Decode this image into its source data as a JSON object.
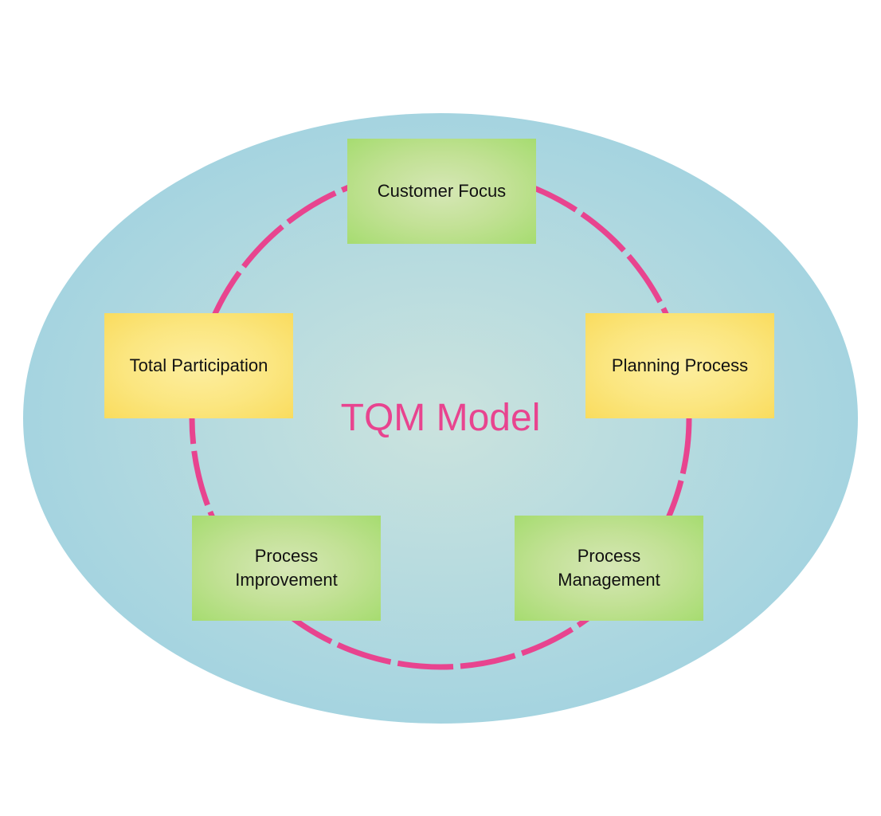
{
  "diagram": {
    "title": "TQM Model",
    "colors": {
      "ellipse_center": "#cbe3de",
      "ellipse_edge": "#a5d4e0",
      "ring": "#e8448f",
      "title": "#e8448f",
      "green_box": "#a6dc70",
      "yellow_box": "#f9dc5e",
      "text": "#111111"
    },
    "nodes": [
      {
        "id": "customer-focus",
        "lines": [
          "Customer Focus"
        ],
        "color": "green"
      },
      {
        "id": "planning-process",
        "lines": [
          "Planning Process"
        ],
        "color": "yellow"
      },
      {
        "id": "process-management",
        "lines": [
          "Process",
          "Management"
        ],
        "color": "green"
      },
      {
        "id": "process-improvement",
        "lines": [
          "Process",
          "Improvement"
        ],
        "color": "green"
      },
      {
        "id": "total-participation",
        "lines": [
          "Total Participation"
        ],
        "color": "yellow"
      }
    ]
  }
}
